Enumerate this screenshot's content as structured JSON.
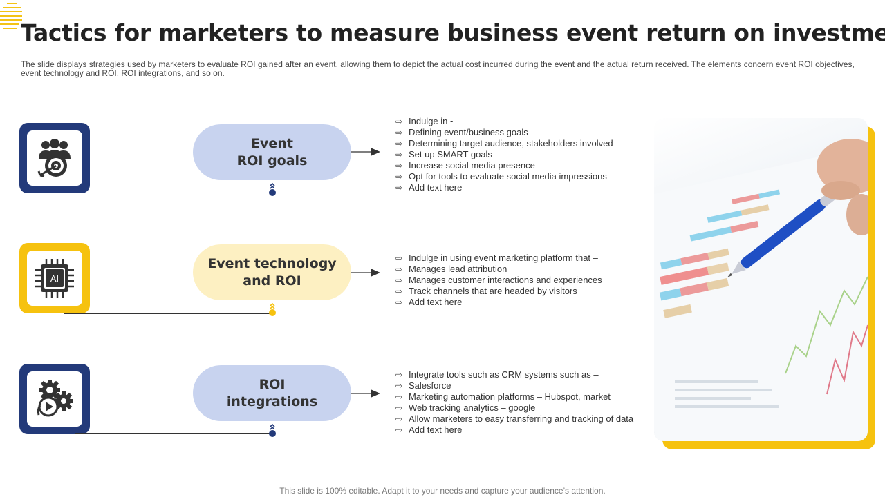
{
  "title": "Tactics for marketers to measure business event return on investment",
  "subtitle": "The slide displays strategies used by marketers to evaluate ROI gained after an event, allowing them to depict the actual cost incurred during the event and the actual return received. The elements concern event ROI objectives, event technology and ROI, ROI integrations, and so on.",
  "colors": {
    "navy": "#233a7a",
    "yellow": "#f6c20f",
    "pill_blue": "#c8d3ef",
    "pill_cream": "#fdf0c2"
  },
  "bullet_glyph": "⇨",
  "sections": [
    {
      "icon": "target-audience-icon",
      "pill_lines": [
        "Event",
        "ROI goals"
      ],
      "bullets": [
        "Indulge in -",
        "Defining event/business goals",
        "Determining target audience, stakeholders involved",
        "Set up SMART goals",
        "Increase social media presence",
        "Opt for tools to evaluate  social media impressions",
        "Add text here"
      ]
    },
    {
      "icon": "ai-chip-icon",
      "icon_text": "AI",
      "pill_lines": [
        "Event technology",
        "and ROI"
      ],
      "bullets": [
        "Indulge in using event marketing platform that –",
        "Manages lead attribution",
        "Manages customer interactions and experiences",
        "Track channels that are headed by visitors",
        "Add text here"
      ]
    },
    {
      "icon": "gears-play-icon",
      "pill_lines": [
        "ROI",
        "integrations"
      ],
      "bullets": [
        "Integrate tools such as CRM systems such as –",
        "Salesforce",
        "Marketing automation platforms – Hubspot, market",
        "Web tracking analytics – google",
        "Allow marketers to easy transferring and tracking of data",
        "Add text here"
      ]
    }
  ],
  "footer": "This slide is 100% editable. Adapt it to your needs and capture your audience’s attention."
}
